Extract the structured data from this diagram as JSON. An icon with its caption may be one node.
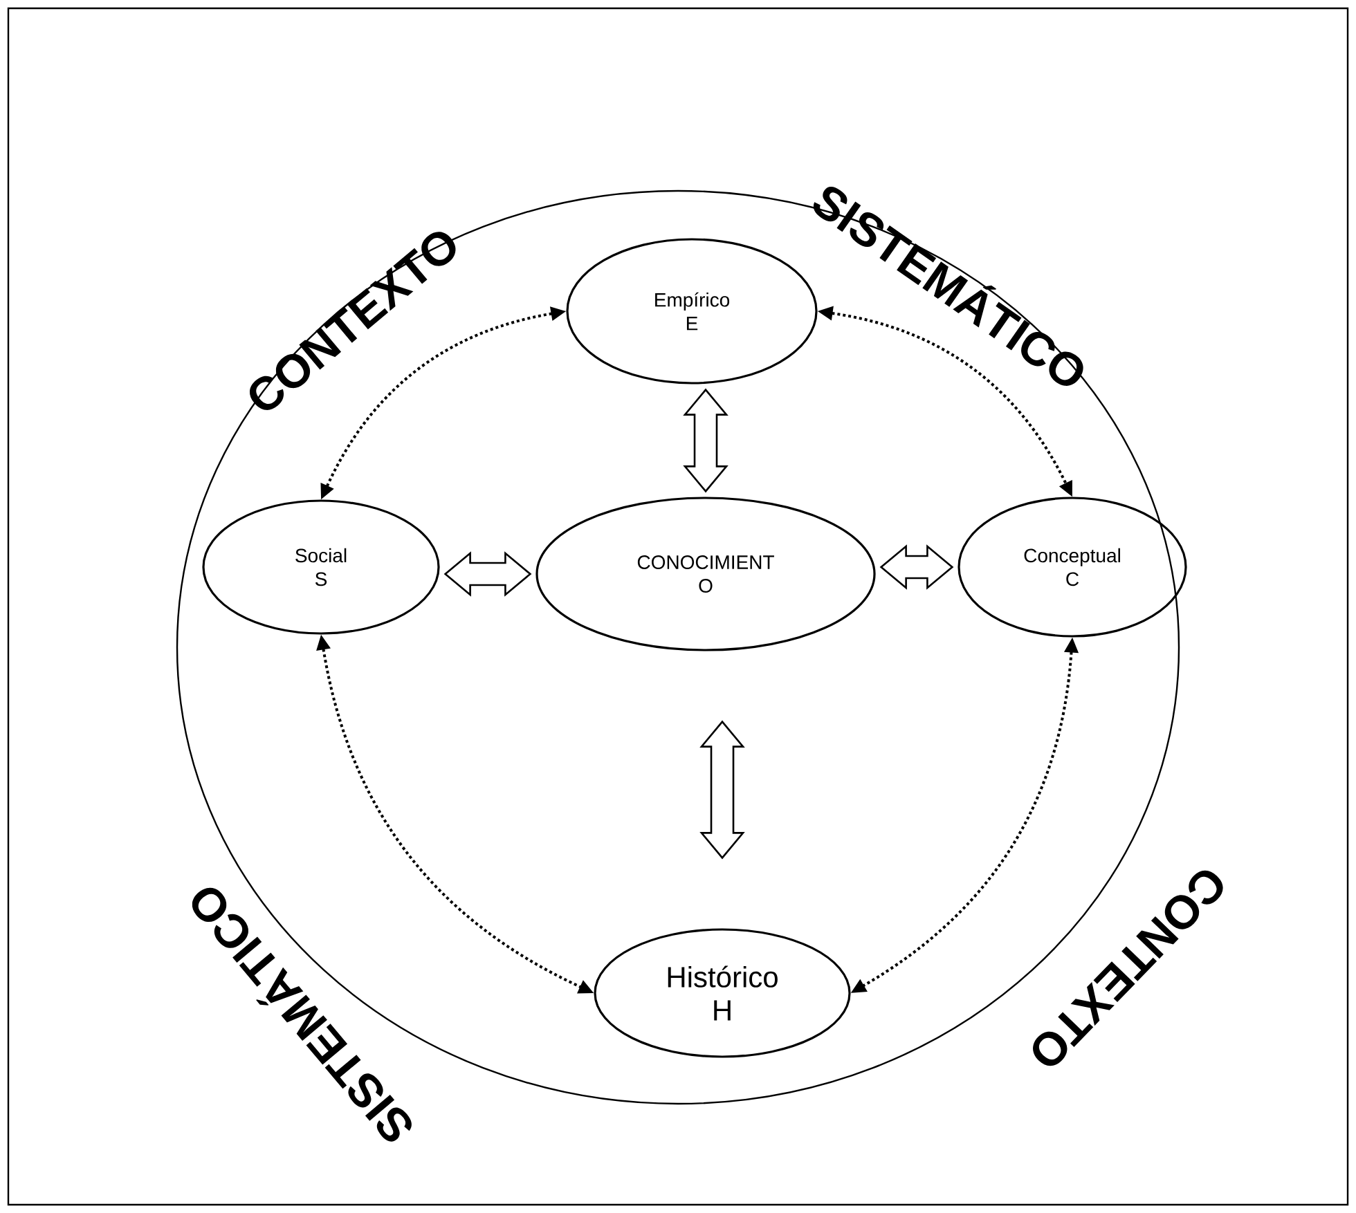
{
  "diagram": {
    "nodes": [
      {
        "text": [],
        "shape": "circle"
      },
      {
        "text": [
          "Empírico",
          "E"
        ],
        "in": 0
      },
      {
        "text": [
          "Social",
          "S"
        ],
        "in": 0
      },
      {
        "text": [
          "CONOCIMIENT",
          "O"
        ],
        "in": 0
      },
      {
        "text": [
          "Conceptual",
          "C"
        ],
        "in": 0
      },
      {
        "text": [
          "Histórico",
          "H"
        ],
        "in": 0
      }
    ],
    "edges": [
      {
        "from": 1,
        "to": 2,
        "arrow": "both",
        "style": "dashed"
      },
      {
        "from": 1,
        "to": 4,
        "arrow": "both",
        "style": "dashed"
      },
      {
        "from": 1,
        "to": 3,
        "arrow": "both",
        "style": "thick"
      },
      {
        "from": 2,
        "to": 3,
        "arrow": "both",
        "style": "thick"
      },
      {
        "from": 3,
        "to": 4,
        "arrow": "both",
        "style": "thick"
      },
      {
        "from": 3,
        "to": 5,
        "arrow": "both",
        "style": "thick"
      },
      {
        "from": 2,
        "to": 5,
        "arrow": "both",
        "style": "dashed"
      },
      {
        "from": 4,
        "to": 5,
        "arrow": "both",
        "style": "dashed"
      }
    ],
    "labels": [
      "CONTEXTO",
      "SISTEMÁTICO",
      "CONTEXTO",
      "SISTEMÁTICO"
    ]
  }
}
